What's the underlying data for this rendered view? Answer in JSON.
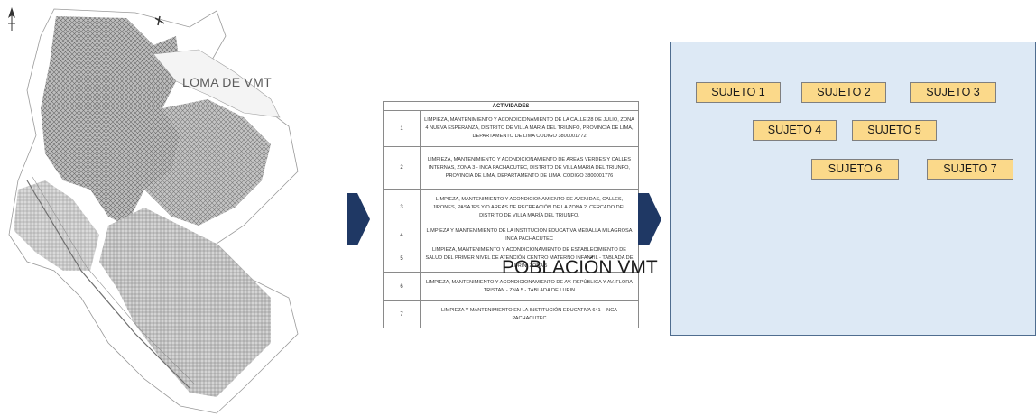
{
  "map": {
    "title": "LOMA DE VMT",
    "north_arrow_icon": "north-arrow-icon"
  },
  "activities": {
    "header": "ACTIVIDADES",
    "rows": [
      {
        "num": "1",
        "text": "LIMPIEZA, MANTENIMIENTO Y ACONDICIONAMIENTO DE LA CALLE 28 DE JULIO, ZONA 4 NUEVA ESPERANZA, DISTRITO DE VILLA MARIA DEL TRIUNFO, PROVINCIA DE LIMA, DEPARTAMENTO DE LIMA CODIGO 3800001772"
      },
      {
        "num": "2",
        "text": "LIMPIEZA, MANTENIMIENTO Y ACONDICIONAMIENTO DE AREAS VERDES Y CALLES INTERNAS, ZONA 3 - INCA PACHACUTEC, DISTRITO DE VILLA MARIA DEL TRIUNFO, PROVINCIA DE LIMA, DEPARTAMENTO DE LIMA. CODIGO 3800001776"
      },
      {
        "num": "3",
        "text": "LIMPIEZA, MANTENIMIENTO Y ACONDICIONAMIENTO DE AVENIDAS, CALLES, JIRONES, PASAJES Y/O AREAS DE RECREACIÓN DE LA ZONA 2, CERCADO DEL DISTRITO DE VILLA MARÍA DEL TRIUNFO."
      },
      {
        "num": "4",
        "text": "LIMPIEZA Y MANTENIMIENTO DE LA INSTITUCION EDUCATIVA MEDALLA MILAGROSA INCA PACHACUTEC"
      },
      {
        "num": "5",
        "text": "LIMPIEZA, MANTENIMIENTO Y ACONDICIONAMIENTO DE ESTABLECIMIENTO DE SALUD DEL PRIMER NIVEL DE ATENCIÓN CENTRO MATERNO INFANTIL - TABLADA DE LURIN, ZONA 5"
      },
      {
        "num": "6",
        "text": "LIMPIEZA, MANTENIMIENTO Y ACONDICIONAMIENTO DE AV. REPÚBLICA Y AV. FLORA TRISTAN - ZNA 5 - TABLADA DE LURIN"
      },
      {
        "num": "7",
        "text": "LIMPIEZA Y MANTENIMIENTO EN LA INSTITUCIÓN EDUCATIVA 641 - INCA PACHACUTEC"
      }
    ]
  },
  "population": {
    "label": "POBLACIÓN VMT",
    "subjects": [
      "SUJETO 1",
      "SUJETO 2",
      "SUJETO 3",
      "SUJETO 4",
      "SUJETO 5",
      "SUJETO 6",
      "SUJETO 7"
    ]
  },
  "colors": {
    "arrow": "#1f3864",
    "subject_fill": "#fbd98a",
    "population_fill": "#dde9f5",
    "population_border": "#4f6d8f"
  }
}
